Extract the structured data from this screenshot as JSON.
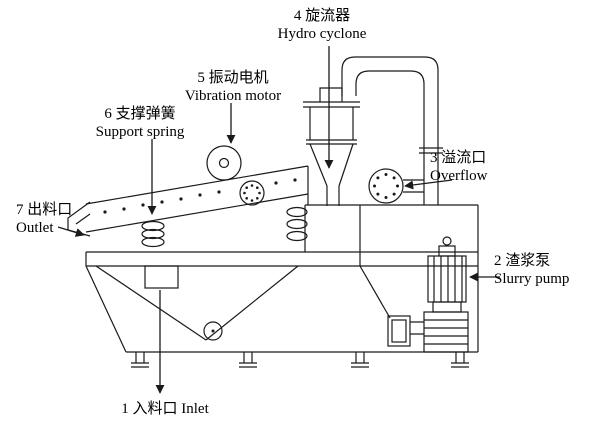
{
  "figure": {
    "background": "#ffffff",
    "line_color": "#1a1a1a"
  },
  "labels": {
    "hydro_cyclone": {
      "zh": "4 旋流器",
      "en": "Hydro cyclone"
    },
    "vibration_motor": {
      "zh": "5 振动电机",
      "en": "Vibration motor"
    },
    "support_spring": {
      "zh": "6 支撑弹簧",
      "en": "Support spring"
    },
    "overflow": {
      "zh": "3 溢流口",
      "en": "Overflow"
    },
    "outlet": {
      "zh": "7 出料口",
      "en": "Outlet"
    },
    "slurry_pump": {
      "zh": "2 渣浆泵",
      "en": "Slurry pump"
    },
    "inlet": {
      "zh": "1 入料口 Inlet",
      "en": ""
    }
  }
}
